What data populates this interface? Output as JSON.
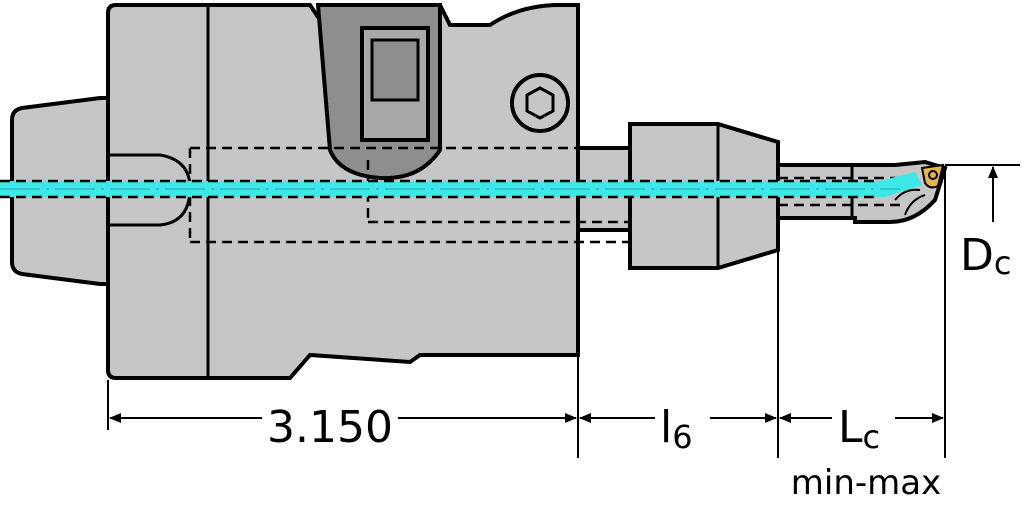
{
  "dimensions": {
    "overall_length": "3.150",
    "l6": {
      "main": "l",
      "sub": "6"
    },
    "lc": {
      "main": "L",
      "sub": "c"
    },
    "lc_note": "min-max",
    "dc": {
      "main": "D",
      "sub": "c"
    }
  },
  "colors": {
    "body": "#c6c6c6",
    "outline": "#000000",
    "coolant": "#3fe8e8",
    "insert": "#e3b54f"
  }
}
